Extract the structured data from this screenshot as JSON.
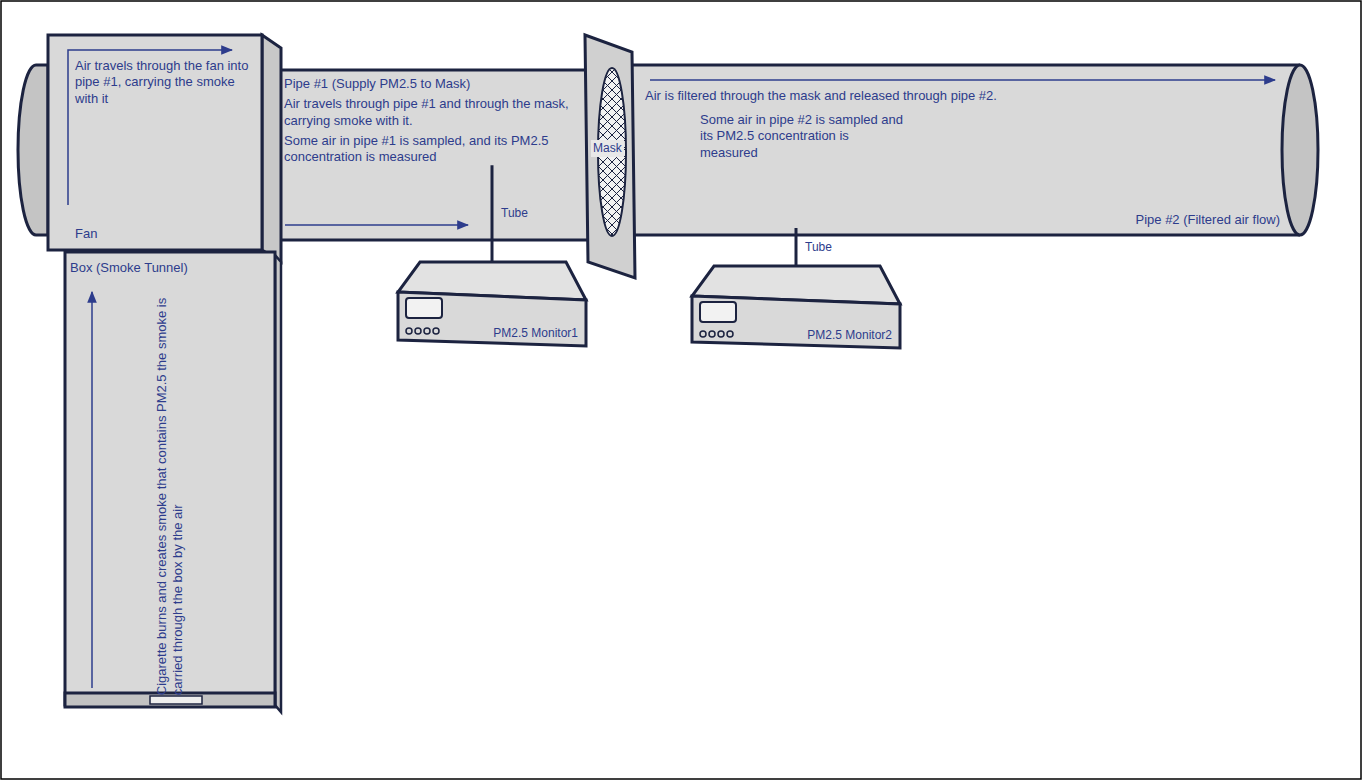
{
  "diagram": {
    "nodes": [
      {
        "text": [
          "Air travels through the fan into pipe #1, carrying the smoke with it",
          "Fan"
        ]
      },
      {
        "text": [
          "Pipe #1 (Supply PM2.5 to Mask)",
          "Air travels through pipe #1 and through the mask, carrying smoke with it.",
          "Some air in pipe #1 is sampled, and its PM2.5 concentration is measured"
        ]
      },
      {
        "text": [
          "Mask"
        ]
      },
      {
        "text": [
          "Air is filtered through the mask and released through pipe #2.",
          "Some air in pipe #2 is sampled and its PM2.5 concentration is measured",
          "Pipe #2 (Filtered air flow)"
        ]
      },
      {
        "text": [
          "Box (Smoke Tunnel)",
          "Cigarette burns and creates smoke that contains PM2.5 the smoke is carried through the box by the air"
        ]
      },
      {
        "text": [
          "PM2.5 Monitor1"
        ]
      },
      {
        "text": [
          "PM2.5 Monitor2"
        ]
      }
    ],
    "edges": [
      {
        "from": 1,
        "to": 5,
        "label": "Tube",
        "arrow": "none"
      },
      {
        "from": 3,
        "to": 6,
        "label": "Tube",
        "arrow": "none"
      }
    ]
  }
}
